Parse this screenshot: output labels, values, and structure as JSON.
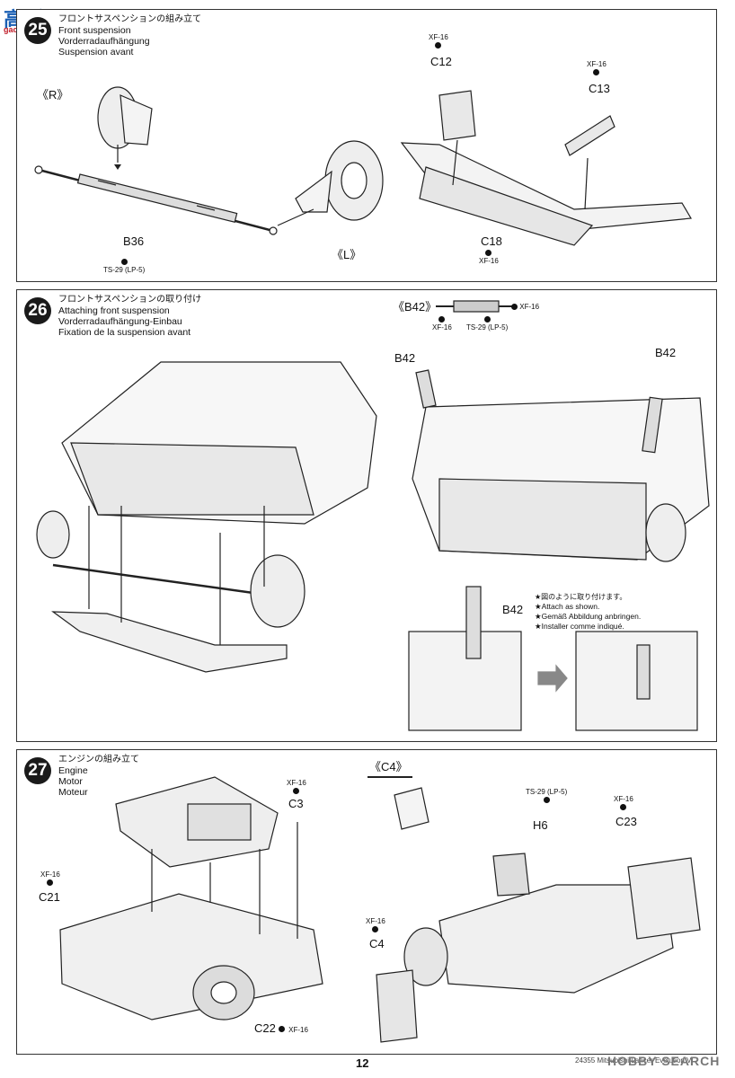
{
  "watermark": {
    "main": "高手网",
    "sub": "gao-shou.com"
  },
  "steps": [
    {
      "number": "25",
      "title_jp": "フロントサスペンションの組み立て",
      "title_en": "Front suspension",
      "title_de": "Vorderradaufhängung",
      "title_fr": "Suspension avant",
      "labels": {
        "r": "《R》",
        "l": "《L》",
        "b36": "B36",
        "b36_paint": "TS-29 (LP-5)",
        "c12": "C12",
        "c12_paint": "XF-16",
        "c13": "C13",
        "c13_paint": "XF-16",
        "c18": "C18",
        "c18_paint": "XF-16"
      }
    },
    {
      "number": "26",
      "title_jp": "フロントサスペンションの取り付け",
      "title_en": "Attaching front suspension",
      "title_de": "Vorderradaufhängung-Einbau",
      "title_fr": "Fixation de la suspension avant",
      "labels": {
        "b42_detail": "《B42》",
        "detail_paint_a": "XF-16",
        "detail_paint_b": "TS-29 (LP-5)",
        "detail_paint_c": "XF-16",
        "b42_left": "B42",
        "b42_right": "B42",
        "b42_lower": "B42"
      },
      "notes": [
        "★図のように取り付けます。",
        "★Attach as shown.",
        "★Gemäß Abbildung anbringen.",
        "★Installer comme indiqué."
      ]
    },
    {
      "number": "27",
      "title_jp": "エンジンの組み立て",
      "title_en": "Engine",
      "title_de": "Motor",
      "title_fr": "Moteur",
      "labels": {
        "c3": "C3",
        "c3_paint": "XF-16",
        "c21": "C21",
        "c21_paint": "XF-16",
        "c22": "C22",
        "c22_paint": "XF-16",
        "c4_detail": "《C4》",
        "h6": "H6",
        "h6_paint": "TS-29 (LP-5)",
        "c23": "C23",
        "c23_paint": "XF-16",
        "c4": "C4",
        "c4_paint": "XF-16"
      }
    }
  ],
  "footer": {
    "page": "12",
    "code": "24355 Mitsubishi Lancer Evolution VI",
    "mark": "HOBBY SEARCH"
  },
  "colors": {
    "ink": "#111111",
    "border": "#333333",
    "watermark_blue": "#1a5fb4",
    "watermark_red": "#c01c28"
  }
}
